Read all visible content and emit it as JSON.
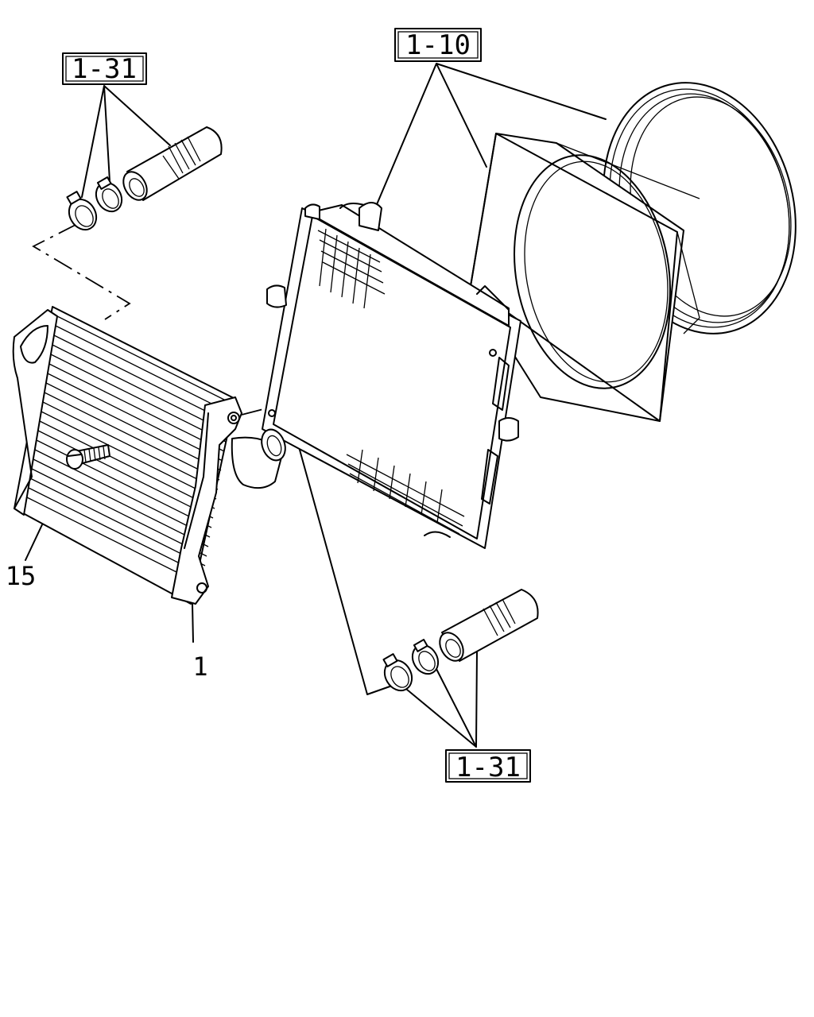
{
  "reference_labels": {
    "hose_kit_upper": "1-31",
    "radiator_assembly": "1-10",
    "hose_kit_lower": "1-31"
  },
  "part_numbers": {
    "bolt": "15",
    "intercooler": "1"
  }
}
